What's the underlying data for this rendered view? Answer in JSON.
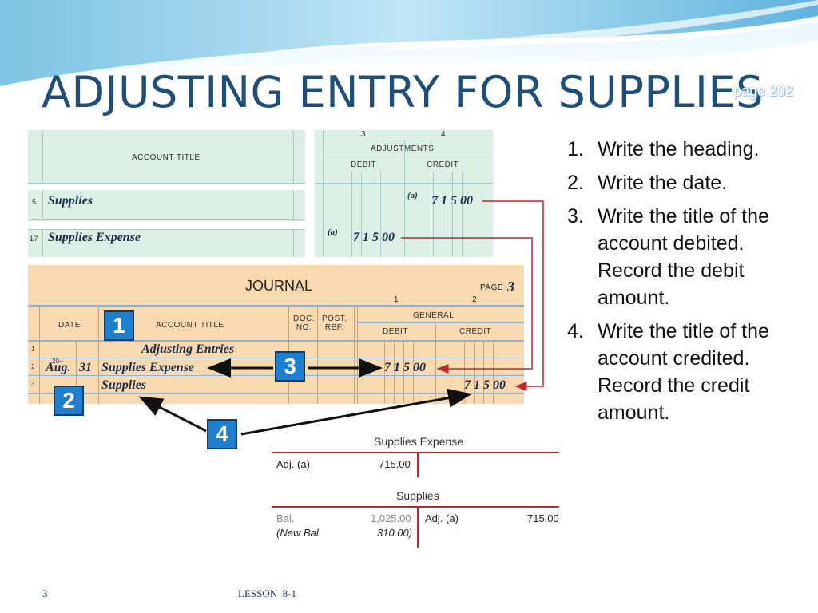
{
  "slide": {
    "title": "ADJUSTING ENTRY FOR SUPPLIES",
    "page_ref": "page 202",
    "slide_number": "3",
    "footer": "LESSON  8-1"
  },
  "steps": [
    {
      "num": "1.",
      "text": "Write the heading."
    },
    {
      "num": "2.",
      "text": "Write the date."
    },
    {
      "num": "3.",
      "text": "Write the title of the account debited. Record the debit amount."
    },
    {
      "num": "4.",
      "text": "Write the title of the account credited. Record the credit amount."
    }
  ],
  "worksheet": {
    "col3": "3",
    "col4": "4",
    "account_title_header": "ACCOUNT TITLE",
    "adjustments_header": "ADJUSTMENTS",
    "debit_header": "DEBIT",
    "credit_header": "CREDIT",
    "row_supplies": {
      "line": "5",
      "title": "Supplies",
      "ref": "(a)",
      "amount": "7 1 5 00"
    },
    "row_expense": {
      "line": "17",
      "title": "Supplies Expense",
      "ref": "(a)",
      "amount": "7 1 5 00"
    }
  },
  "journal": {
    "title": "JOURNAL",
    "page_label": "PAGE",
    "page_num": "3",
    "col1": "1",
    "col2": "2",
    "date_header": "DATE",
    "account_title_header": "ACCOUNT TITLE",
    "doc_header": "DOC.\nNO.",
    "post_header": "POST.\nREF.",
    "general_header": "GENERAL",
    "debit_header": "DEBIT",
    "credit_header": "CREDIT",
    "rows": [
      {
        "line": "1",
        "year": "",
        "month": "",
        "day": "",
        "title": "Adjusting Entries",
        "debit": "",
        "credit": ""
      },
      {
        "line": "2",
        "year": "20--",
        "month": "Aug.",
        "day": "31",
        "title": "Supplies Expense",
        "debit": "7 1 5 00",
        "credit": ""
      },
      {
        "line": "3",
        "year": "",
        "month": "",
        "day": "",
        "title": "Supplies",
        "debit": "",
        "credit": "7 1 5 00"
      }
    ]
  },
  "badges": [
    "1",
    "2",
    "3",
    "4"
  ],
  "t_accounts": {
    "expense": {
      "title": "Supplies Expense",
      "left_label": "Adj. (a)",
      "left_amount": "715.00"
    },
    "supplies": {
      "title": "Supplies",
      "bal_label": "Bal.",
      "bal_amount": "1,025.00",
      "newbal_label": "(New Bal.",
      "newbal_amount": "310.00)",
      "right_label": "Adj. (a)",
      "right_amount": "715.00"
    }
  },
  "colors": {
    "title": "#1d4f7a",
    "badge": "#1f7fcf",
    "arrow_red": "#c0262c",
    "worksheet_bg": "#dcefe4",
    "journal_bg": "#f8d9b0"
  }
}
